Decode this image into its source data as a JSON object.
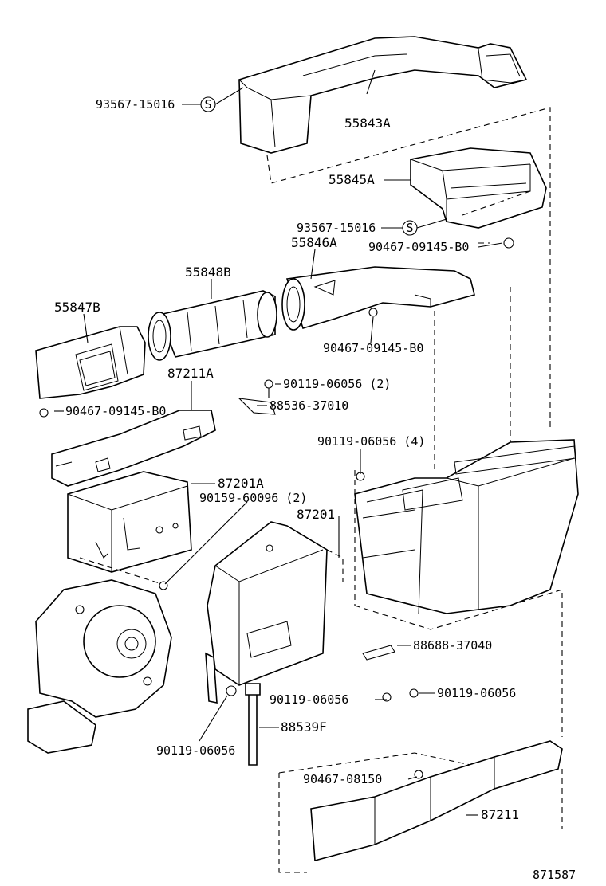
{
  "diagram_id": "871587",
  "parts": {
    "p55843A": "55843A",
    "p55845A": "55845A",
    "p55846A": "55846A",
    "p55848B": "55848B",
    "p55847B": "55847B",
    "p87211A": "87211A",
    "p87201A": "87201A",
    "p87201": "87201",
    "p88539F": "88539F",
    "p87211": "87211",
    "p88536": "88536-37010",
    "p88688": "88688-37040"
  },
  "fasteners": {
    "s1": "93567-15016",
    "s2": "93567-15016",
    "s_symbol": "S",
    "c1": "90467-09145-B0",
    "c2": "90467-09145-B0",
    "c3": "90467-09145-B0",
    "c4": "90467-08150",
    "b1": "90119-06056 (2)",
    "b2": "90119-06056 (4)",
    "b3": "90159-60096 (2)",
    "b4": "90119-06056",
    "b5": "90119-06056",
    "b6": "90119-06056"
  }
}
